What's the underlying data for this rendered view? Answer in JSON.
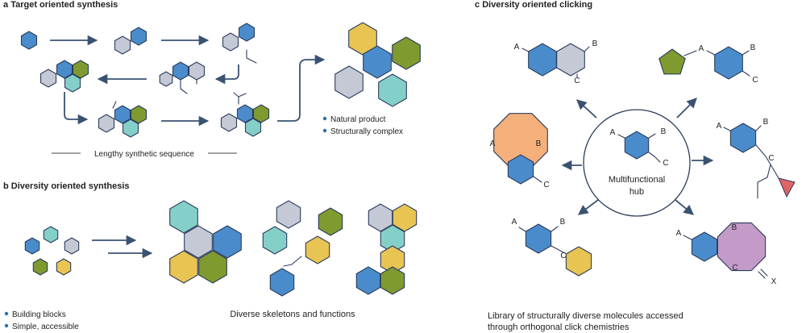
{
  "panels": {
    "a": {
      "letter": "a",
      "title": "Target oriented synthesis",
      "sequence_label": "Lengthy synthetic sequence",
      "bullets": [
        "Natural product",
        "Structurally complex"
      ]
    },
    "b": {
      "letter": "b",
      "title": "Diversity oriented synthesis",
      "bullets": [
        "Building blocks",
        "Simple, accessible"
      ],
      "caption": "Diverse skeletons and functions"
    },
    "c": {
      "letter": "c",
      "title": "Diversity oriented clicking",
      "hub_lines": [
        "Multifunctional",
        "hub"
      ],
      "caption_lines": [
        "Library of structurally diverse molecules accessed",
        "through orthogonal click chemistries"
      ]
    }
  },
  "atom_labels": {
    "a": "A",
    "b": "B",
    "c": "C",
    "x": "X"
  },
  "colors": {
    "blue": "#4a8ccb",
    "gray": "#c5c9d6",
    "yellow": "#e8c452",
    "green": "#7f9a2e",
    "teal": "#84d0c9",
    "orange": "#f3b07a",
    "purple": "#c49ac8",
    "red": "#e06464",
    "outline": "#2c3c5c",
    "arrow": "#3a5272"
  }
}
